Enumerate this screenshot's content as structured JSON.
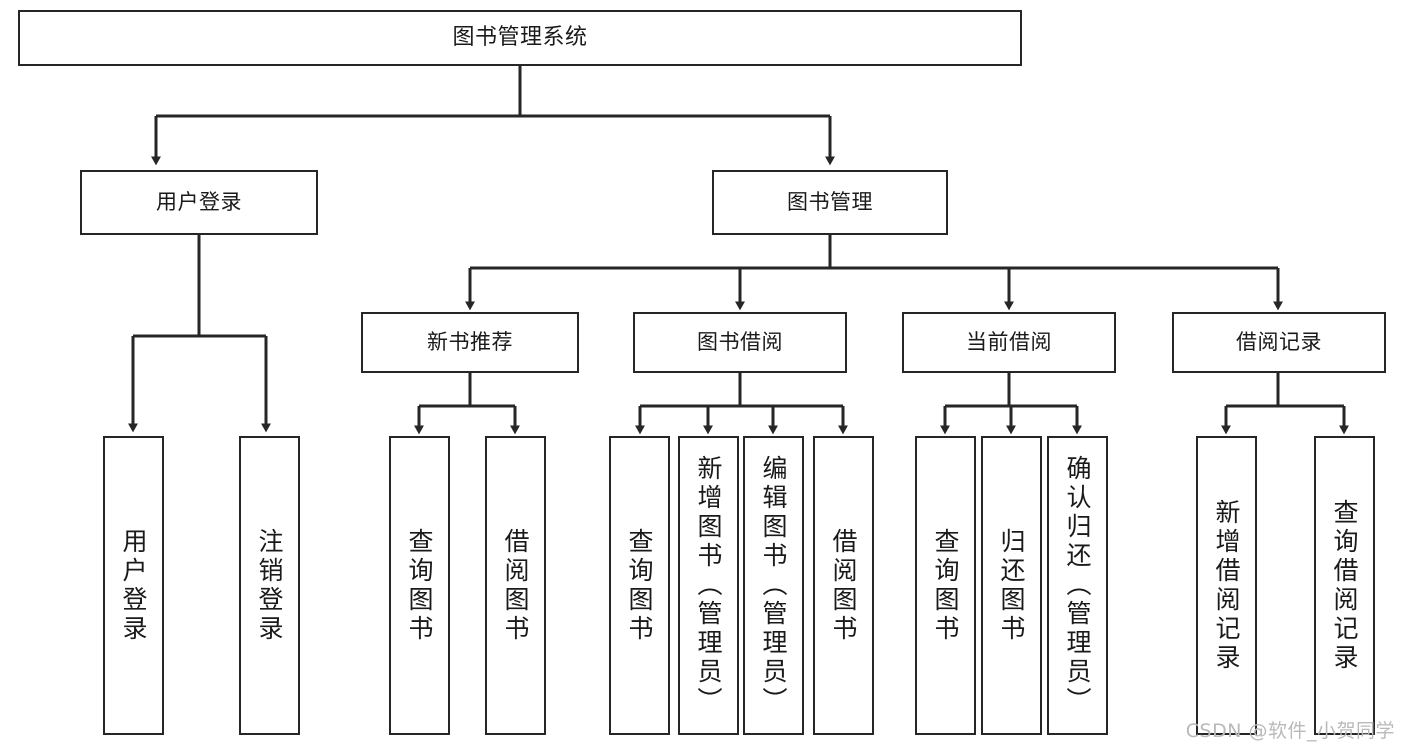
{
  "diagram": {
    "title": "图书管理系统",
    "type": "tree-hierarchy",
    "root": {
      "label": "图书管理系统"
    },
    "level1": [
      {
        "label": "用户登录"
      },
      {
        "label": "图书管理"
      }
    ],
    "level2": [
      {
        "label": "新书推荐"
      },
      {
        "label": "图书借阅"
      },
      {
        "label": "当前借阅"
      },
      {
        "label": "借阅记录"
      }
    ],
    "leaves": {
      "user_login": [
        {
          "label": "用户登录"
        },
        {
          "label": "注销登录"
        }
      ],
      "new_book_recommend": [
        {
          "label": "查询图书"
        },
        {
          "label": "借阅图书"
        }
      ],
      "book_borrow": [
        {
          "label": "查询图书"
        },
        {
          "label": "新增图书（管理员）"
        },
        {
          "label": "编辑图书（管理员）"
        },
        {
          "label": "借阅图书"
        }
      ],
      "current_borrow": [
        {
          "label": "查询图书"
        },
        {
          "label": "归还图书"
        },
        {
          "label": "确认归还（管理员）"
        }
      ],
      "borrow_record": [
        {
          "label": "新增借阅记录"
        },
        {
          "label": "查询借阅记录"
        }
      ]
    }
  },
  "watermark": {
    "text": "CSDN @软件_小贺同学"
  },
  "colors": {
    "stroke": "#262626",
    "text": "#1a1a1a",
    "background": "#ffffff",
    "watermark": "#b9b9b9"
  }
}
